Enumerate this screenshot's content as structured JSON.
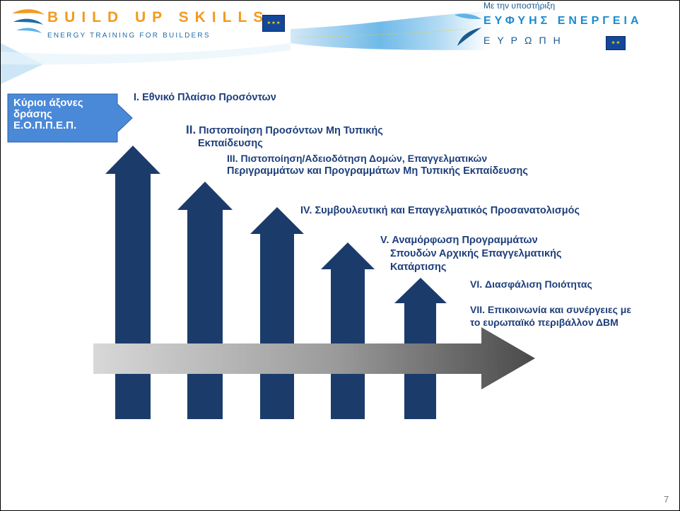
{
  "header": {
    "logo_left_title": "BUILD UP SKILLS",
    "logo_left_subtitle": "ENERGY TRAINING FOR BUILDERS",
    "support_text": "Με την υποστήριξη",
    "logo_right_title": "ΕΥΦΥΗΣ ΕΝΕΡΓΕΙΑ",
    "logo_right_subtitle": "ΕΥΡΩΠΗ"
  },
  "callout": {
    "lines": [
      "Κύριοι άξονες",
      "δράσης",
      "Ε.Ο.Π.Π.Ε.Π."
    ]
  },
  "axes": [
    {
      "num": "I.",
      "text": "Εθνικό Πλαίσιο Προσόντων"
    },
    {
      "num": "II.",
      "text": "Πιστοποίηση Προσόντων Μη Τυπικής",
      "text2": "Εκπαίδευσης"
    },
    {
      "num": "III.",
      "text": "Πιστοποίηση/Αδειοδότηση Δομών, Επαγγελματικών",
      "text2": "Περιγραμμάτων και Προγραμμάτων Μη Τυπικής Εκπαίδευσης"
    },
    {
      "num": "IV.",
      "text": "Συμβουλευτική και Επαγγελματικός Προσανατολισμός"
    },
    {
      "num": "V.",
      "text": "Αναμόρφωση Προγραμμάτων",
      "text2": "Σπουδών Αρχικής Επαγγελματικής",
      "text3": "Κατάρτισης"
    },
    {
      "num": "VI.",
      "text": "Διασφάλιση Ποιότητας"
    },
    {
      "num": "VII.",
      "text": "Επικοινωνία και συνέργειες με",
      "text2": "το ευρωπαϊκό περιβάλλον ΔΒΜ"
    }
  ],
  "page_number": "7",
  "colors": {
    "arrow_navy": "#1b3c6b",
    "label_blue": "#1e3f7b",
    "callout_blue": "#4a89d8",
    "brand_orange": "#f39a1e"
  }
}
